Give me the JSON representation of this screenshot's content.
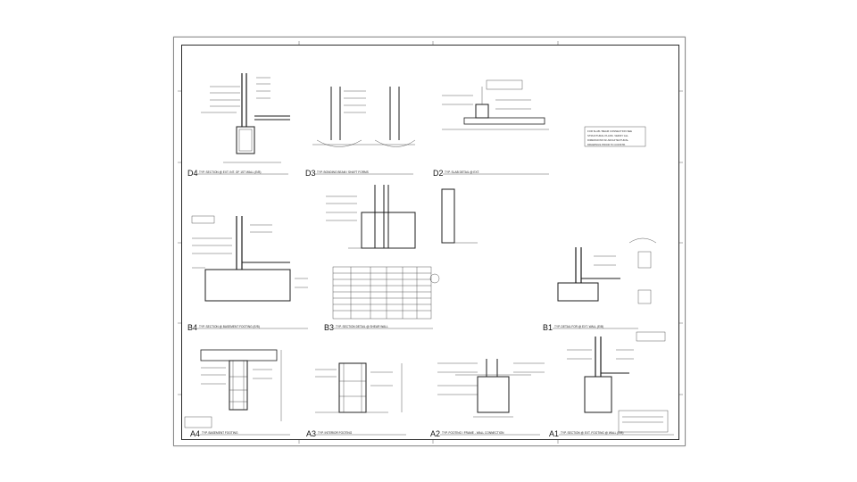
{
  "sheet": {
    "details": [
      {
        "code": "D4",
        "title": "TYP. SECTION @ EXT. INT. OF 1ST WALL (E/B)"
      },
      {
        "code": "D3",
        "title": "TYP. BONDING BEAM / SHAFT FORMS"
      },
      {
        "code": "D2",
        "title": "TYP. SLAB DETAIL @ EXT."
      },
      {
        "code": "B4",
        "title": "TYP. SECTION @ BASEMENT FOOTING (E/B)"
      },
      {
        "code": "B3",
        "title": "TYP. SECTION DETAIL @ SHEAR WALL"
      },
      {
        "code": "B1",
        "title": "TYP. DETAIL FOR @ EXT. WALL (E/B)"
      },
      {
        "code": "A4",
        "title": "TYP. BASEMENT FOOTING"
      },
      {
        "code": "A3",
        "title": "TYP. INTERIOR FOOTING"
      },
      {
        "code": "A2",
        "title": "TYP. FOOTING / FRAME - WALL CONNECTION"
      },
      {
        "code": "A1",
        "title": "TYP. SECTION @ EXT. FOOTING @ WALL (E/B)"
      }
    ],
    "boxed_note": [
      "FOR SLAB / BEAM CONNECTION SEE",
      "STRUCTURAL PLANS. VERIFY ALL",
      "DIMENSIONS W/ ARCHITECTURAL",
      "DRAWINGS PRIOR TO CONSTR."
    ]
  }
}
